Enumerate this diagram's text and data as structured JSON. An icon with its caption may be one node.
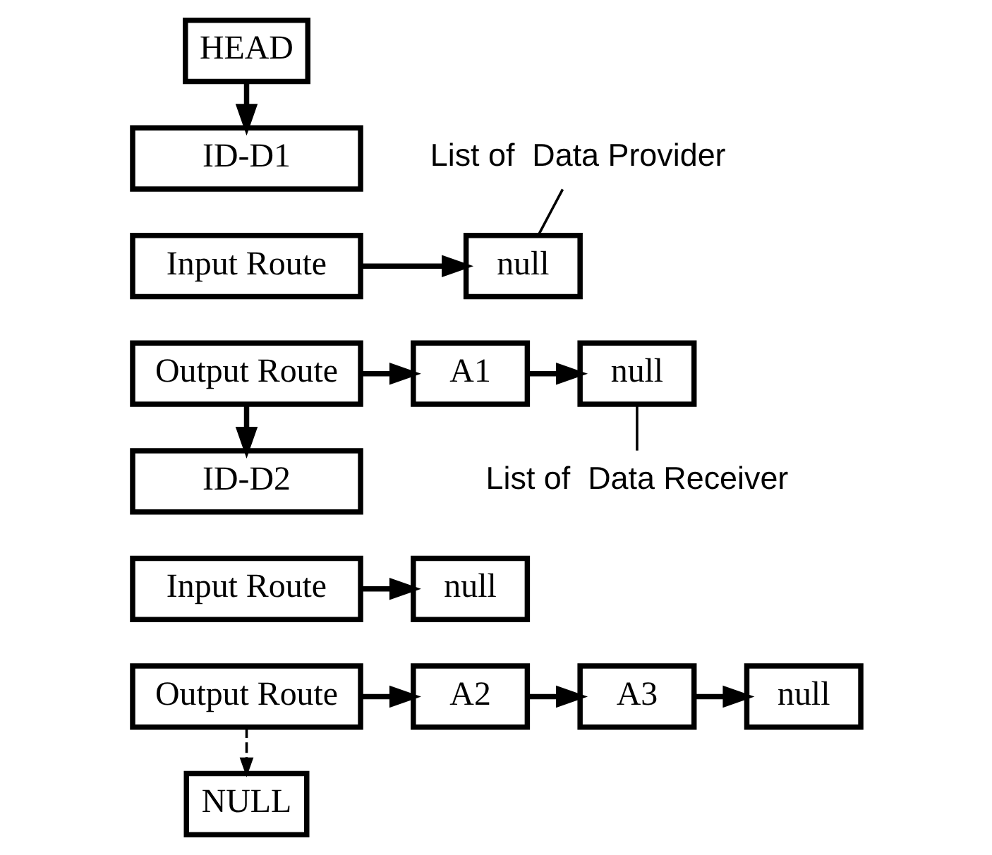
{
  "diagram": {
    "nodes": [
      {
        "text": [
          "HEAD"
        ]
      },
      {
        "text": [
          "ID-D1"
        ]
      },
      {
        "text": [
          "Input Route"
        ]
      },
      {
        "text": [
          "Output Route"
        ]
      },
      {
        "text": [
          "null"
        ]
      },
      {
        "text": [
          "A1"
        ]
      },
      {
        "text": [
          "null"
        ]
      },
      {
        "text": [
          "ID-D2"
        ]
      },
      {
        "text": [
          "Input Route"
        ]
      },
      {
        "text": [
          "Output Route"
        ]
      },
      {
        "text": [
          "null"
        ]
      },
      {
        "text": [
          "A2"
        ]
      },
      {
        "text": [
          "A3"
        ]
      },
      {
        "text": [
          "null"
        ]
      },
      {
        "text": [
          "NULL"
        ]
      },
      {
        "text": [
          "List of  Data Provider"
        ]
      },
      {
        "text": [
          "List of  Data Receiver"
        ]
      }
    ],
    "edges": [
      {
        "from": 0,
        "to": 1,
        "arrow": "to"
      },
      {
        "from": 2,
        "to": 4,
        "arrow": "to"
      },
      {
        "from": 3,
        "to": 5,
        "arrow": "to"
      },
      {
        "from": 5,
        "to": 6,
        "arrow": "to"
      },
      {
        "from": 3,
        "to": 7,
        "arrow": "to"
      },
      {
        "from": 8,
        "to": 10,
        "arrow": "to"
      },
      {
        "from": 9,
        "to": 11,
        "arrow": "to"
      },
      {
        "from": 11,
        "to": 12,
        "arrow": "to"
      },
      {
        "from": 12,
        "to": 13,
        "arrow": "to"
      },
      {
        "from": 9,
        "to": 14,
        "arrow": "to",
        "style": "dashed"
      },
      {
        "from": 15,
        "to": 4,
        "arrow": "none"
      },
      {
        "from": 16,
        "to": 6,
        "arrow": "none"
      }
    ]
  }
}
